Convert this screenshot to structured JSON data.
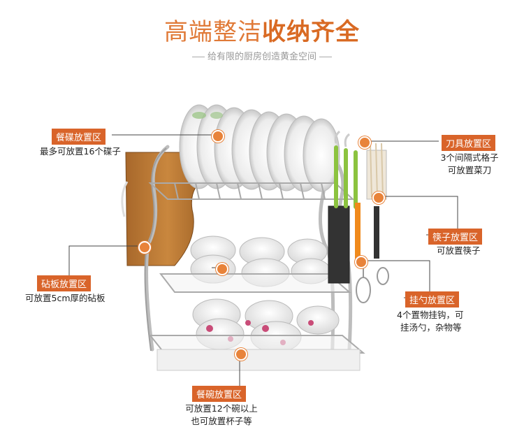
{
  "title": {
    "part1": "高端整洁",
    "part2": "收纳齐全"
  },
  "subtitle": "给有限的厨房创造黄金空间",
  "callouts": {
    "dishes": {
      "label": "餐碟放置区",
      "desc": "最多可放置16个碟子"
    },
    "knives": {
      "label": "刀具放置区",
      "desc1": "3个间隔式格子",
      "desc2": "可放置菜刀"
    },
    "chopsticks": {
      "label": "筷子放置区",
      "desc": "可放置筷子"
    },
    "board": {
      "label": "砧板放置区",
      "desc": "可放置5cm厚的砧板"
    },
    "ladle": {
      "label": "挂勺放置区",
      "desc1": "4个置物挂钩，可",
      "desc2": "挂汤勺，杂物等"
    },
    "bowls": {
      "label": "餐碗放置区",
      "desc1": "可放置12个碗以上",
      "desc2": "也可放置杯子等"
    }
  },
  "colors": {
    "accent": "#d9642a",
    "dot": "#e8833a",
    "line": "#444444"
  }
}
